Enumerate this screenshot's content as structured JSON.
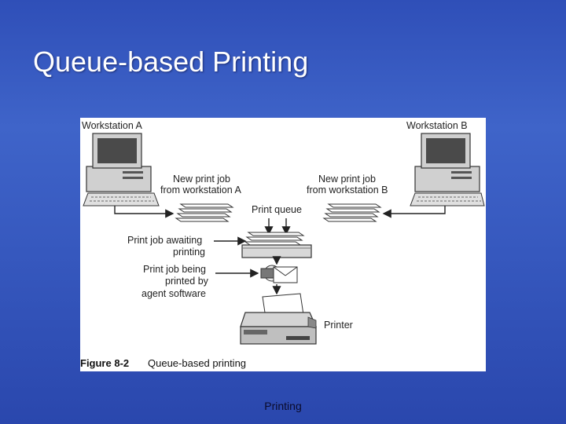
{
  "slide": {
    "title": "Queue-based Printing",
    "footer": "Printing"
  },
  "figure": {
    "workstation_a": "Workstation A",
    "workstation_b": "Workstation B",
    "new_job_a": [
      "New print job",
      "from workstation A"
    ],
    "new_job_b": [
      "New print job",
      "from workstation B"
    ],
    "print_queue": "Print queue",
    "awaiting": [
      "Print job awaiting",
      "printing"
    ],
    "being_printed": [
      "Print job being",
      "printed by",
      "agent software"
    ],
    "printer": "Printer",
    "caption_number": "Figure 8-2",
    "caption_text": "Queue-based printing"
  },
  "colors": {
    "background": "#3658be",
    "title": "#ffffff",
    "figure_bg": "#ffffff"
  }
}
